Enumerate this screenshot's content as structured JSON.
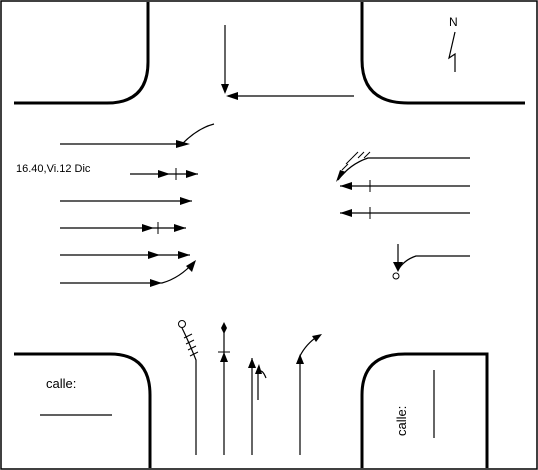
{
  "north_label": "N",
  "header_text": "16.40,Vi.12  Dic",
  "corner_labels": {
    "bottom_left": "calle:",
    "bottom_right": "calle:"
  },
  "colors": {
    "ink": "#000000",
    "background": "#ffffff"
  },
  "icons": {
    "north": "north-arrow-icon",
    "left_turn": "curved-arrow-icon"
  }
}
